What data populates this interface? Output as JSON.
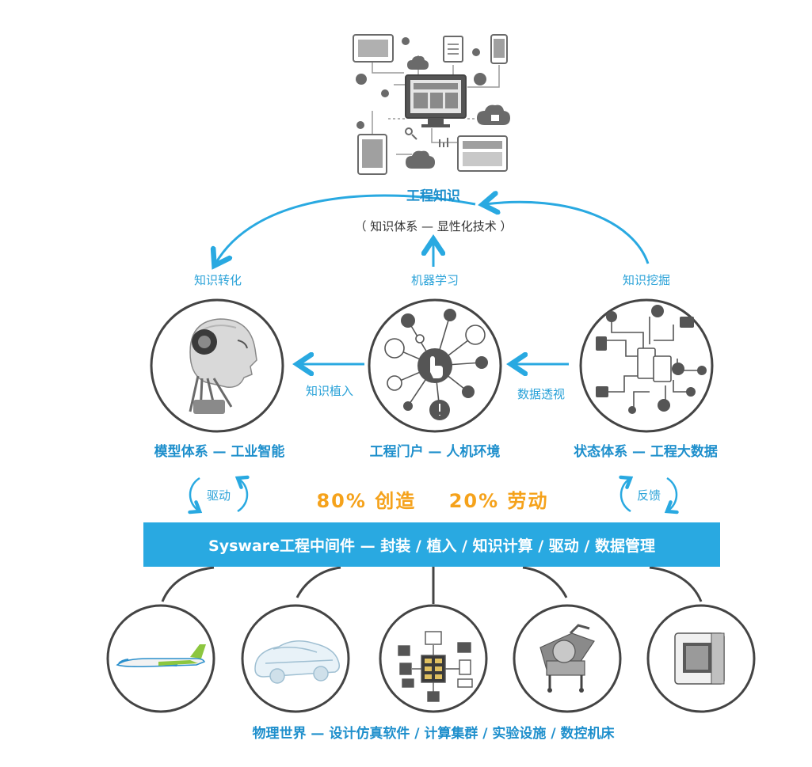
{
  "top": {
    "title": "工程知识",
    "subtitle": "（ 知识体系 — 显性化技术 ）"
  },
  "flows": {
    "left_up": "知识转化",
    "center_up": "机器学习",
    "right_up": "知识挖掘",
    "implant": "知识植入",
    "perspective": "数据透视",
    "drive": "驱动",
    "feedback": "反馈"
  },
  "nodes": {
    "left": "模型体系 — 工业智能",
    "center": "工程门户 — 人机环境",
    "right": "状态体系 — 工程大数据"
  },
  "ratio": "80% 创造    20% 劳动",
  "middleware_bar": "Sysware工程中间件 — 封装 / 植入 / 知识计算 / 驱动 / 数据管理",
  "physical_world": "物理世界 — 设计仿真软件 / 计算集群 / 实验设施 / 数控机床",
  "icons": {
    "top": "engineering-knowledge-network-icon",
    "left": "robot-head-icon",
    "center": "hand-touch-network-icon",
    "right": "data-circuit-icon",
    "bottom": [
      "airplane-icon",
      "car-wireframe-icon",
      "computer-cluster-icon",
      "cnc-machine-icon",
      "test-chamber-icon"
    ]
  },
  "colors": {
    "accent_blue": "#29a9e1",
    "text_blue": "#1e8fcc",
    "orange": "#f5a21b",
    "circle_stroke": "#444444"
  }
}
